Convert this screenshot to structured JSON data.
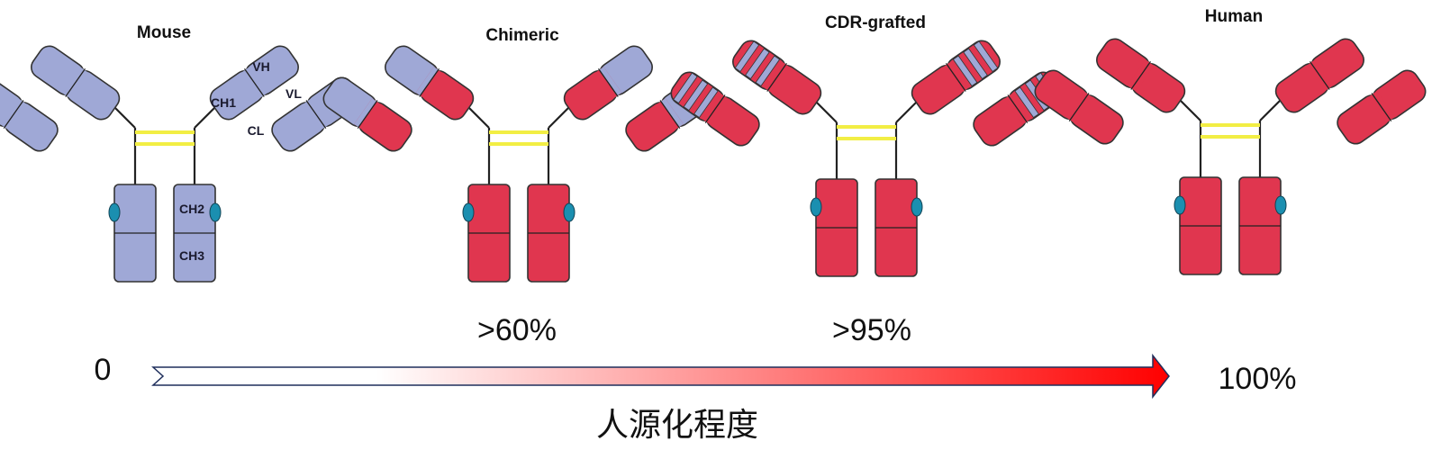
{
  "colors": {
    "mouse": "#9fa8d6",
    "human": "#e0364f",
    "hinge": "#f2ee44",
    "carb": "#1b8fb0",
    "outline": "#333333",
    "arrow_start": "#ffffff",
    "arrow_end": "#ff0000"
  },
  "antibodies": [
    {
      "title": "Mouse",
      "fab_heavy": [
        "mouse",
        "mouse"
      ],
      "fab_light": [
        "mouse",
        "mouse"
      ],
      "fc": "mouse",
      "cdr_stripes": false
    },
    {
      "title": "Chimeric",
      "fab_heavy": [
        "mouse",
        "human"
      ],
      "fab_light": [
        "mouse",
        "human"
      ],
      "fc": "human",
      "cdr_stripes": false
    },
    {
      "title": "CDR-grafted",
      "fab_heavy": [
        "human",
        "human"
      ],
      "fab_light": [
        "human",
        "human"
      ],
      "fc": "human",
      "cdr_stripes": true
    },
    {
      "title": "Human",
      "fab_heavy": [
        "human",
        "human"
      ],
      "fab_light": [
        "human",
        "human"
      ],
      "fc": "human",
      "cdr_stripes": false
    }
  ],
  "domain_labels": {
    "vh": "VH",
    "vl": "VL",
    "ch1": "CH1",
    "cl": "CL",
    "ch2": "CH2",
    "ch3": "CH3"
  },
  "percentages": [
    ">60%",
    ">95%"
  ],
  "scale": {
    "start": "0",
    "end": "100%",
    "title": "人源化程度"
  }
}
